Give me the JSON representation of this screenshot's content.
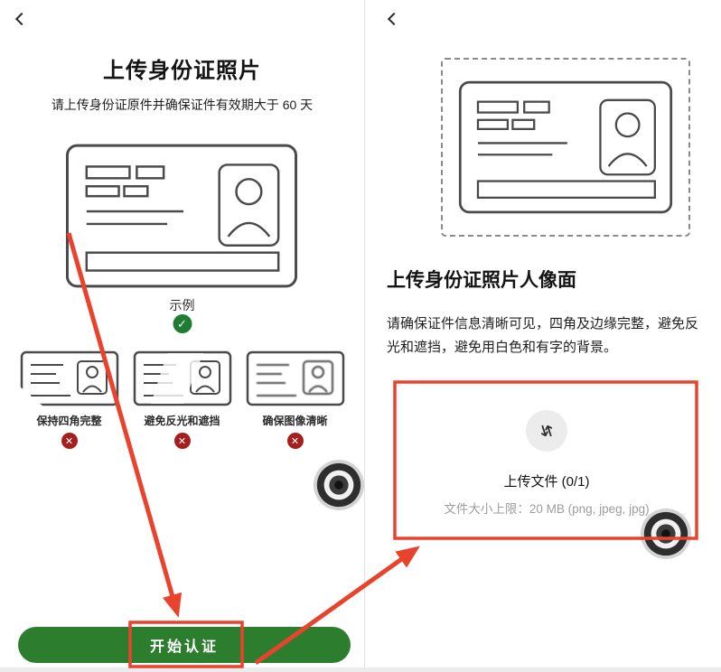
{
  "colors": {
    "primary_green": "#2d7d2e",
    "check_green": "#1f7d33",
    "error_red": "#a51f1f",
    "annotation_red": "#e8432d"
  },
  "left_screen": {
    "title": "上传身份证照片",
    "subtitle": "请上传身份证原件并确保证件有效期大于 60 天",
    "example_label": "示例",
    "tips": [
      {
        "label": "保持四角完整"
      },
      {
        "label": "避免反光和遮挡"
      },
      {
        "label": "确保图像清晰"
      }
    ],
    "start_button_label": "开始认证"
  },
  "right_screen": {
    "title": "上传身份证照片人像面",
    "description": "请确保证件信息清晰可见，四角及边缘完整，避免反光和遮挡，避免用白色和有字的背景。",
    "upload_label": "上传文件 (0/1)",
    "upload_hint": "文件大小上限：20 MB (png, jpeg, jpg)"
  }
}
